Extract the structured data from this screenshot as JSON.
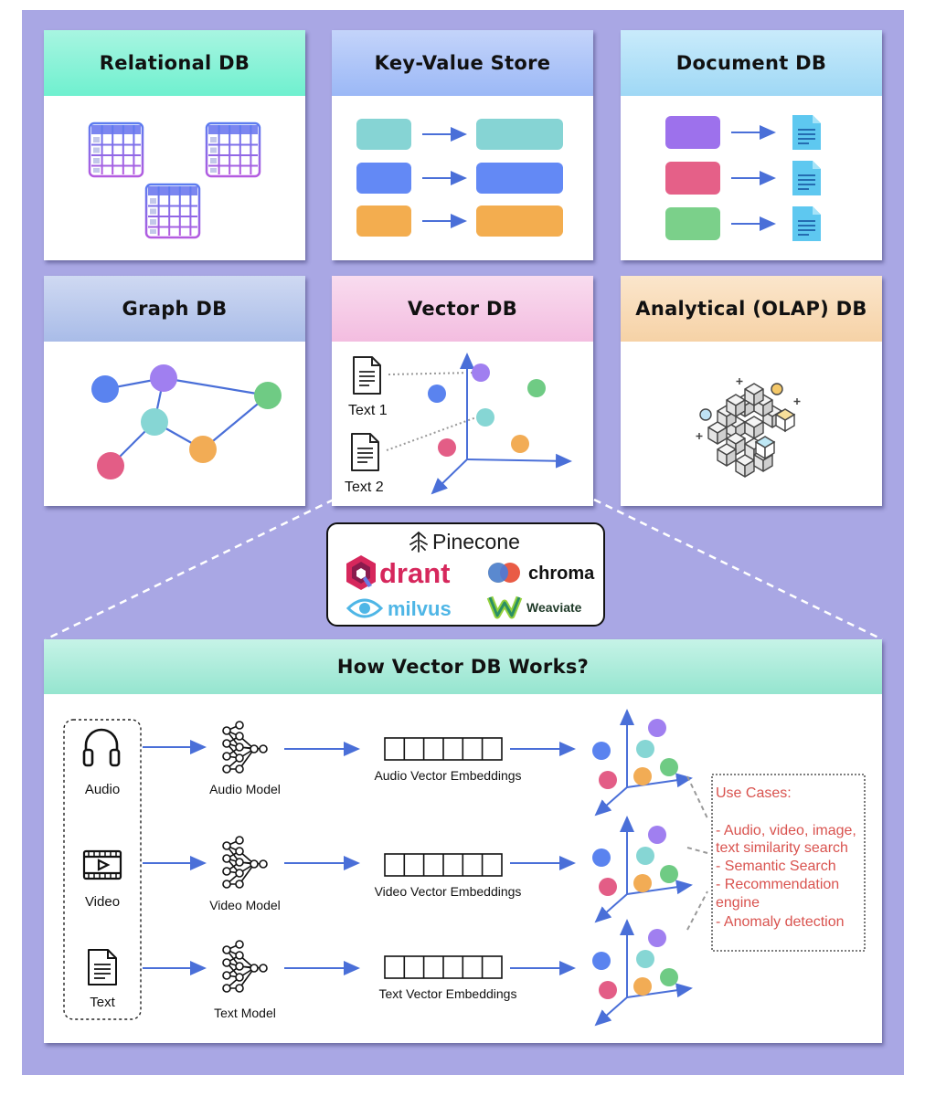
{
  "cards": {
    "relational": {
      "title": "Relational DB"
    },
    "keyvalue": {
      "title": "Key-Value Store"
    },
    "document": {
      "title": "Document DB"
    },
    "graph": {
      "title": "Graph DB"
    },
    "vector": {
      "title": "Vector DB",
      "text1": "Text 1",
      "text2": "Text 2"
    },
    "olap": {
      "title": "Analytical (OLAP) DB"
    }
  },
  "vendors": {
    "pinecone": "Pinecone",
    "qdrant": "drant",
    "chroma": "chroma",
    "milvus": "milvus",
    "weaviate": "Weaviate"
  },
  "how": {
    "title": "How Vector DB Works?",
    "rows": [
      {
        "input": "Audio",
        "model": "Audio Model",
        "embedding": "Audio Vector Embeddings"
      },
      {
        "input": "Video",
        "model": "Video Model",
        "embedding": "Video Vector Embeddings"
      },
      {
        "input": "Text",
        "model": "Text Model",
        "embedding": "Text Vector Embeddings"
      }
    ],
    "use_cases": {
      "title": "Use Cases:",
      "lines": [
        "- Audio, video, image,",
        "text similarity search",
        "- Semantic Search",
        "- Recommendation",
        "engine",
        "- Anomaly detection"
      ]
    }
  },
  "colors": {
    "background": "#a9a7e4",
    "relational_header": "#7ff0d2",
    "keyvalue_header": "#a4bdf7",
    "document_header": "#a6dcf7",
    "graph_header": "#b3c3ea",
    "vector_header": "#f5c4e3",
    "olap_header": "#f7d8b0",
    "how_header": "#9fe8d3",
    "arrow": "#4a6fd8",
    "use_case_text": "#d9534f"
  }
}
